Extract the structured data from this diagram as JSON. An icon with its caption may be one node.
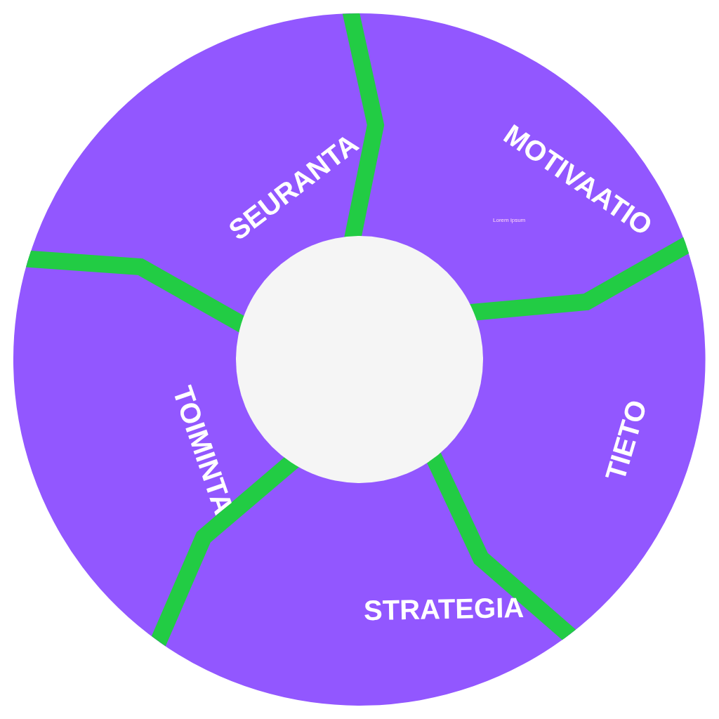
{
  "diagram": {
    "nodes": [
      {
        "text": [
          "MOTIVAATIO"
        ]
      },
      {
        "text": [
          "TIETO"
        ]
      },
      {
        "text": [
          "STRATEGIA"
        ]
      },
      {
        "text": [
          "TOIMINTA"
        ]
      },
      {
        "text": [
          "SEURANTA"
        ]
      },
      {
        "text": [],
        "shape": "circle"
      }
    ],
    "labels": [
      "Lorem ipsum"
    ]
  }
}
